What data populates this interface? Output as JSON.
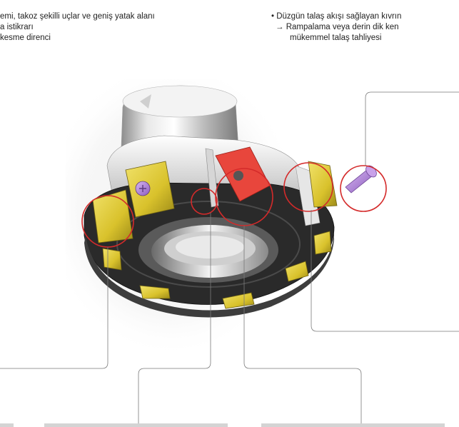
{
  "text": {
    "top_left_line1": "emi, takoz şekilli uçlar ve geniş yatak alanı",
    "top_left_line2": "a istikrarı",
    "top_left_line3": "kesme direnci",
    "top_right_line1": "• Düzgün talaş akışı sağlayan kıvrın",
    "top_right_line2": "→ Rampalama veya derin dik ken",
    "top_right_line3": "mükemmel talaş tahliyesi"
  },
  "colors": {
    "callout_circle": "#d42a2a",
    "insert_yellow": "#e3cf3a",
    "pocket_red": "#e8463c",
    "screw_purple": "#b68ad8",
    "body_black": "#2a2a2a"
  }
}
